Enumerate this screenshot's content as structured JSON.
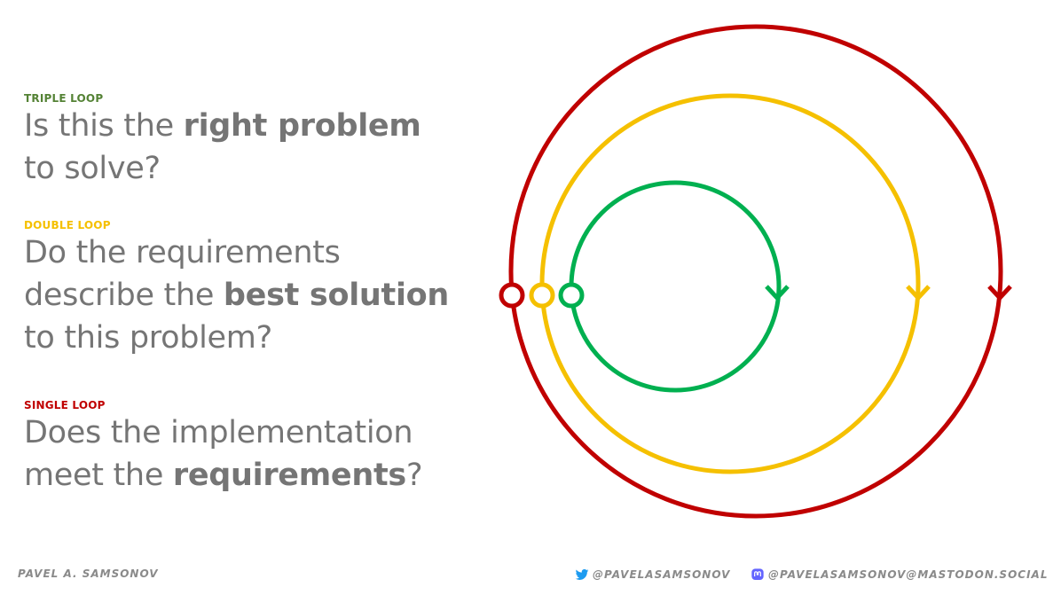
{
  "colors": {
    "triple": "#548235",
    "double": "#f5c000",
    "single": "#c00000",
    "green_loop": "#00b050",
    "text": "#757575",
    "footer": "#8a8a8a",
    "twitter": "#1d9bf0",
    "mastodon": "#6364ff"
  },
  "sections": {
    "triple": {
      "label": "TRIPLE LOOP",
      "q_part1": "Is this the ",
      "q_bold": "right problem",
      "q_part2": "to solve?"
    },
    "double": {
      "label": "DOUBLE LOOP",
      "q_line1": "Do the requirements",
      "q_part1": "describe the ",
      "q_bold": "best solution",
      "q_line3": "to this problem?"
    },
    "single": {
      "label": "SINGLE LOOP",
      "q_line1": "Does the implementation",
      "q_part1": "meet the ",
      "q_bold": "requirements",
      "q_part2": "?"
    }
  },
  "footer": {
    "author": "PAVEL A. SAMSONOV",
    "twitter_handle": "@PAVELASAMSONOV",
    "twitter_icon": "twitter-bird-icon",
    "mastodon_handle": "@PAVELASAMSONOV@MASTODON.SOCIAL",
    "mastodon_icon": "mastodon-icon"
  },
  "diagram": {
    "loops": [
      {
        "name": "triple-loop",
        "color": "#c00000"
      },
      {
        "name": "double-loop",
        "color": "#f5c000"
      },
      {
        "name": "single-loop",
        "color": "#00b050"
      }
    ]
  }
}
